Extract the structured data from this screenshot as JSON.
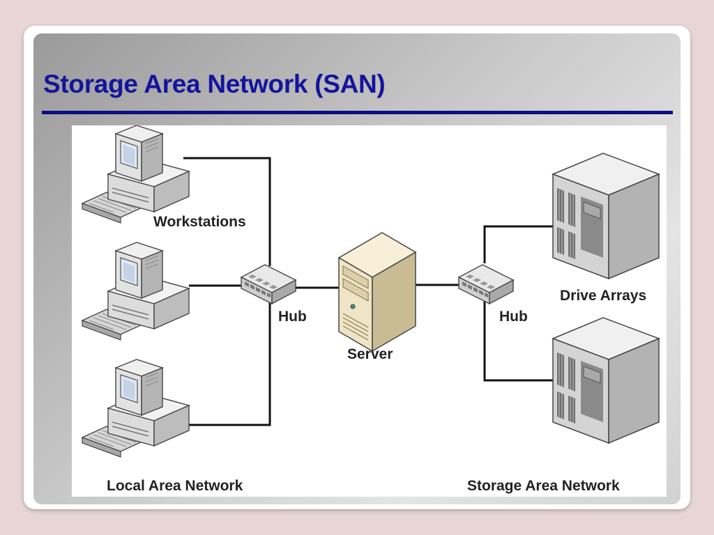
{
  "slide": {
    "title": "Storage Area Network (SAN)"
  },
  "diagram": {
    "labels": {
      "workstations": "Workstations",
      "hub_left": "Hub",
      "server": "Server",
      "hub_right": "Hub",
      "drive_arrays": "Drive Arrays",
      "local_area_network": "Local Area Network",
      "storage_area_network": "Storage Area Network"
    },
    "nodes": [
      {
        "id": "workstation-1",
        "kind": "workstation"
      },
      {
        "id": "workstation-2",
        "kind": "workstation"
      },
      {
        "id": "workstation-3",
        "kind": "workstation"
      },
      {
        "id": "hub-left",
        "kind": "hub"
      },
      {
        "id": "server",
        "kind": "server"
      },
      {
        "id": "hub-right",
        "kind": "hub"
      },
      {
        "id": "drive-array-1",
        "kind": "drive-array"
      },
      {
        "id": "drive-array-2",
        "kind": "drive-array"
      }
    ],
    "edges": [
      [
        "workstation-1",
        "hub-left"
      ],
      [
        "workstation-2",
        "hub-left"
      ],
      [
        "workstation-3",
        "hub-left"
      ],
      [
        "hub-left",
        "server"
      ],
      [
        "server",
        "hub-right"
      ],
      [
        "hub-right",
        "drive-array-1"
      ],
      [
        "hub-right",
        "drive-array-2"
      ]
    ],
    "colors": {
      "title": "#14149e",
      "rule": "#0d0d86",
      "server_body": "#efe4c6"
    }
  }
}
